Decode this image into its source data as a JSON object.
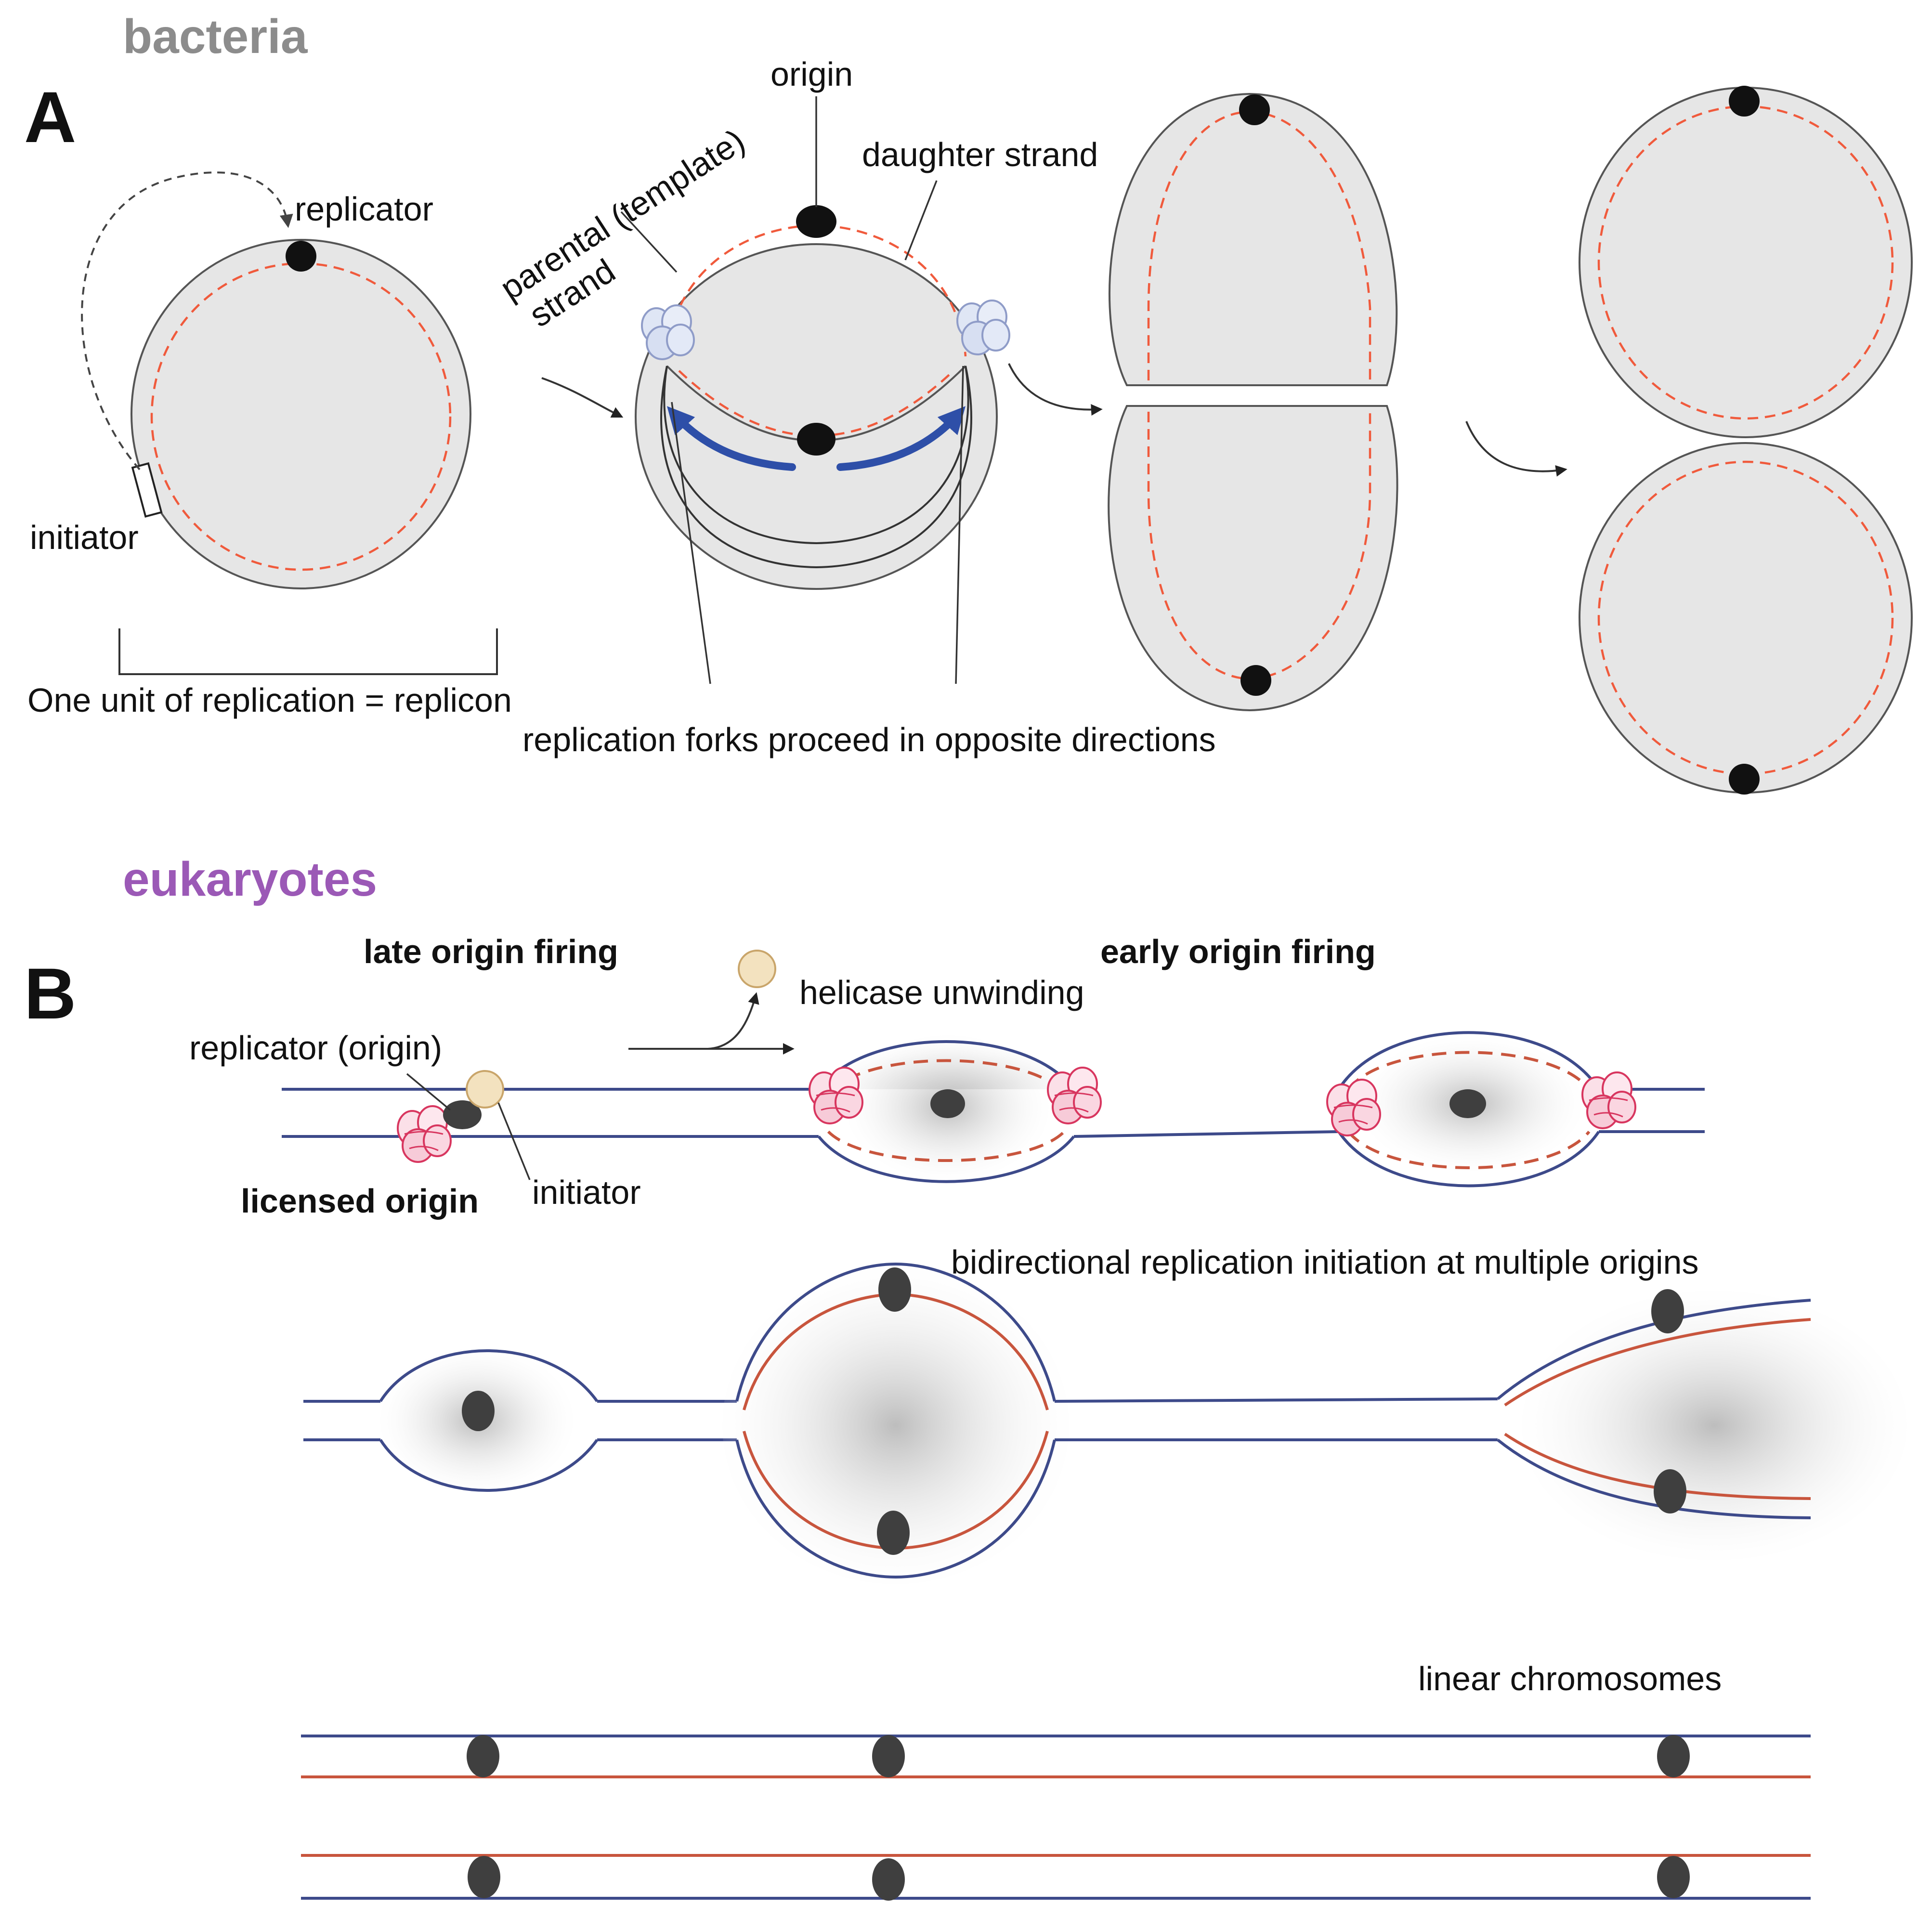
{
  "panel_a": {
    "section_title": "bacteria",
    "section_color": "#8c8c8c",
    "panel_letter": "A",
    "labels": {
      "replicator": "replicator",
      "initiator": "initiator",
      "origin": "origin",
      "parental_strand": "parental (template)",
      "parental_strand_2": "strand",
      "daughter_strand": "daughter strand",
      "replicon": "One unit of replication = replicon",
      "forks": "replication forks proceed in opposite directions"
    }
  },
  "panel_b": {
    "section_title": "eukaryotes",
    "section_color": "#9b59b6",
    "panel_letter": "B",
    "labels": {
      "late_origin": "late origin firing",
      "early_origin": "early origin firing",
      "helicase": "helicase unwinding",
      "replicator_origin": "replicator (origin)",
      "licensed_origin": "licensed origin",
      "initiator": "initiator",
      "bidirectional": "bidirectional replication initiation at multiple origins",
      "linear": "linear chromosomes"
    }
  },
  "colors": {
    "template_strand": "#3d4a8a",
    "new_strand": "#c8553d",
    "daughter_dashed": "#f05a3c",
    "fork_arrow": "#2e4fa8",
    "helicase_pink": "#e0406e",
    "initiator_tan": "#e9cf9a"
  }
}
